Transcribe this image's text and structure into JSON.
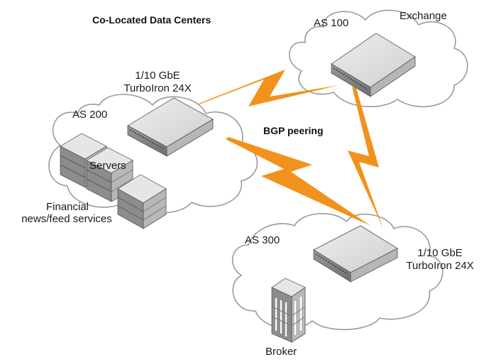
{
  "title": "Co-Located Data Centers",
  "link_label": "BGP peering",
  "nodes": {
    "as100": {
      "as_label": "AS 100",
      "name": "Exchange"
    },
    "as200": {
      "as_label": "AS 200",
      "switch_line1": "1/10 GbE",
      "switch_line2": "TurboIron 24X",
      "servers_label": "Servers",
      "services_line1": "Financial",
      "services_line2": "news/feed services"
    },
    "as300": {
      "as_label": "AS 300",
      "switch_line1": "1/10 GbE",
      "switch_line2": "TurboIron 24X",
      "broker_label": "Broker"
    }
  },
  "colors": {
    "bolt": "#f2921c",
    "cloud_stroke": "#9a9a9a",
    "device_top": "#e3e3e3",
    "device_front": "#8f8f8f",
    "device_side": "#b6b6b6"
  }
}
